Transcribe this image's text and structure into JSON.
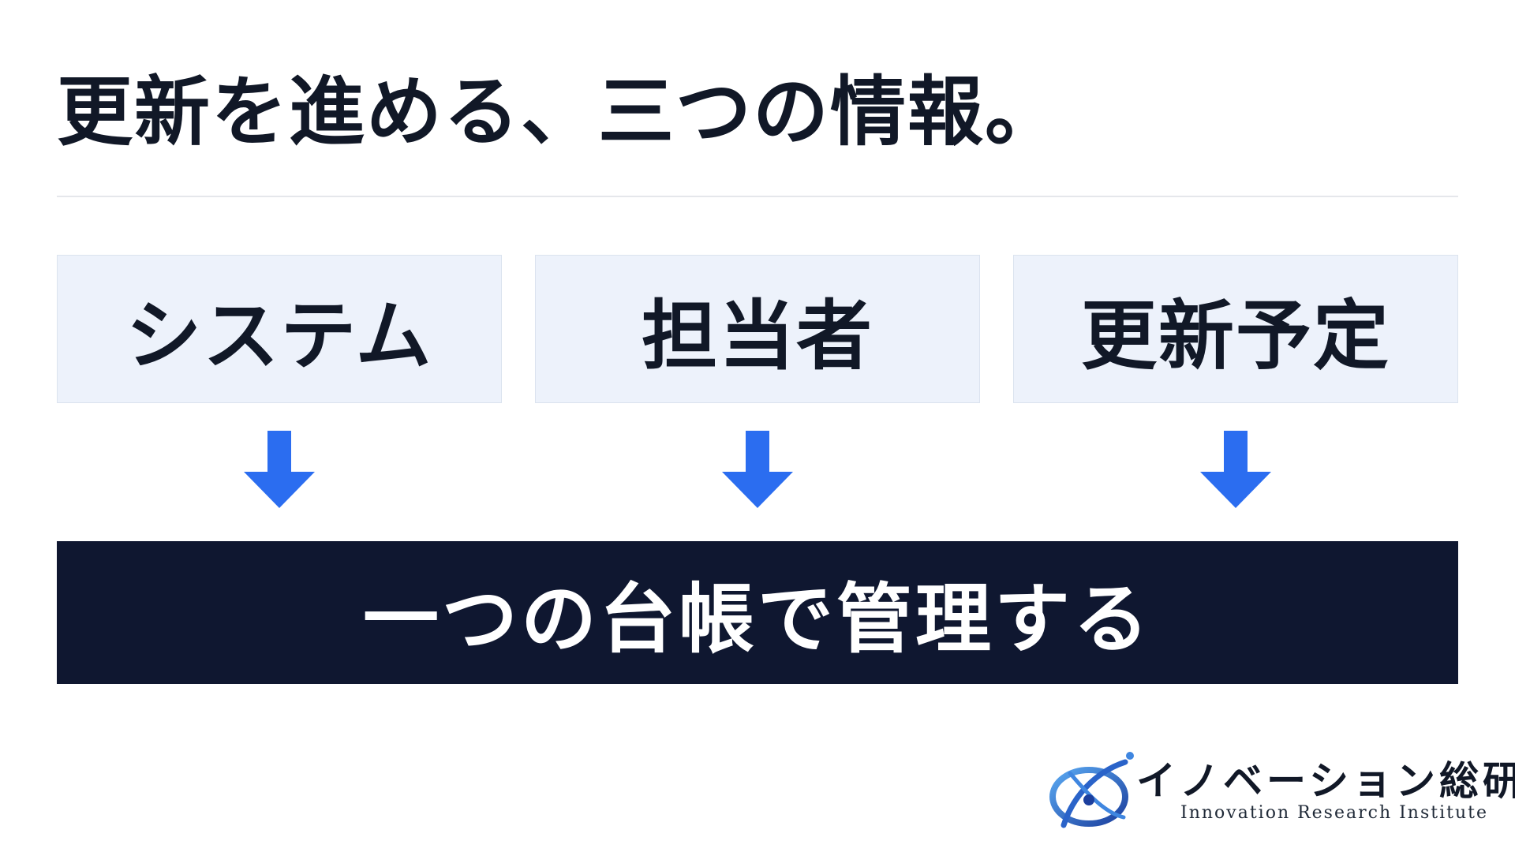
{
  "slide": {
    "title": "更新を進める、三つの情報。",
    "boxes": [
      {
        "label": "システム"
      },
      {
        "label": "担当者"
      },
      {
        "label": "更新予定"
      }
    ],
    "arrow_icon": "arrow-down-icon",
    "result": "一つの台帳で管理する",
    "colors": {
      "title": "#111827",
      "box_bg": "#edf2fb",
      "arrow": "#2b6df0",
      "bar_bg": "#0f1730",
      "bar_text": "#ffffff"
    }
  },
  "logo": {
    "name_jp": "イノベーション総研",
    "name_en": "Innovation Research Institute"
  }
}
